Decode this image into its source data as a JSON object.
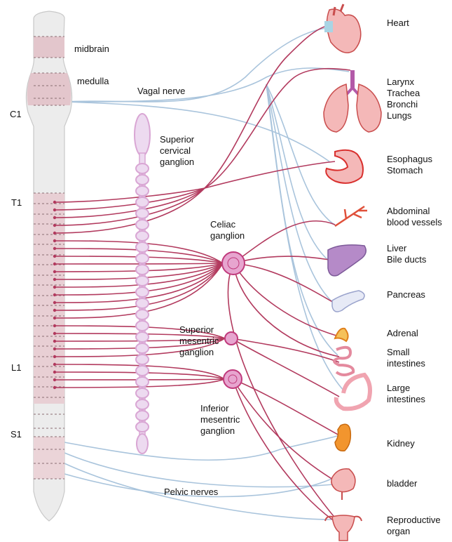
{
  "spine": {
    "regions": [
      "midbrain",
      "medulla"
    ],
    "levels": [
      "C1",
      "T1",
      "L1",
      "S1"
    ]
  },
  "ganglia": {
    "superior_cervical": "Superior\ncervical\nganglion",
    "celiac": "Celiac\nganglion",
    "superior_mesenteric": "Superior\nmesentric\nganglion",
    "inferior_mesenteric": "Inferior\nmesentric\nganglion"
  },
  "nerves": {
    "vagal": "Vagal nerve",
    "pelvic": "Pelvic nerves"
  },
  "organs": [
    {
      "label": "Heart",
      "icon": "heart-icon"
    },
    {
      "label": "Larynx\nTrachea\nBronchi\nLungs",
      "icon": "lungs-icon"
    },
    {
      "label": "Esophagus\nStomach",
      "icon": "stomach-icon"
    },
    {
      "label": "Abdominal\nblood vessels",
      "icon": "blood-vessels-icon"
    },
    {
      "label": "Liver\nBile ducts",
      "icon": "liver-icon"
    },
    {
      "label": "Pancreas",
      "icon": "pancreas-icon"
    },
    {
      "label": "Adrenal",
      "icon": "adrenal-icon"
    },
    {
      "label": "Small\nintestines",
      "icon": "small-intestine-icon"
    },
    {
      "label": "Large\nintestines",
      "icon": "large-intestine-icon"
    },
    {
      "label": "Kidney",
      "icon": "kidney-icon"
    },
    {
      "label": "bladder",
      "icon": "bladder-icon"
    },
    {
      "label": "Reproductive\norgan",
      "icon": "reproductive-organ-icon"
    }
  ],
  "colors": {
    "sympathetic": "#b23a5e",
    "parasympathetic": "#a9c4dc",
    "chain": "#d9a6d4",
    "spine_fill": "#ececec",
    "spine_shade": "#e3c6cc"
  }
}
